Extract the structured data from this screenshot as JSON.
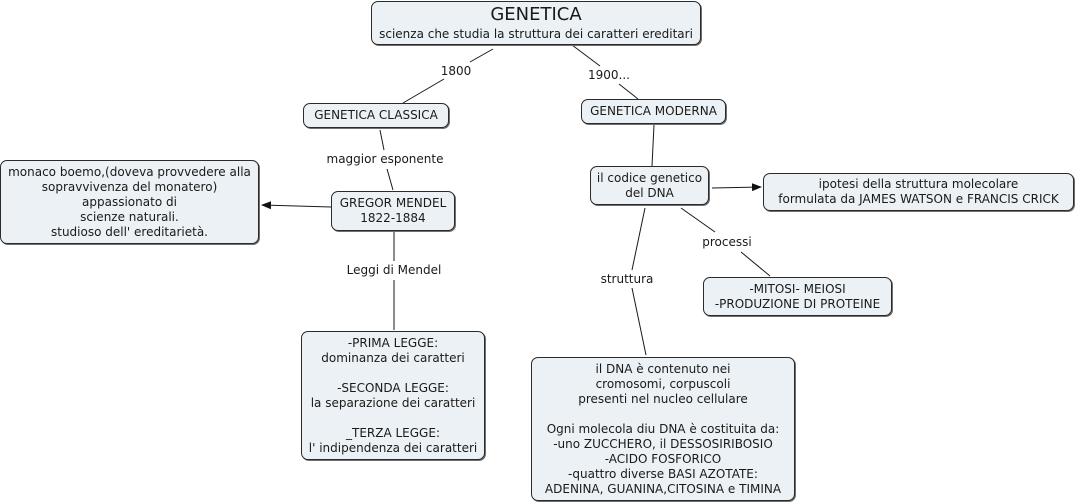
{
  "concept_map": {
    "root": {
      "title": "GENETICA",
      "subtitle": "scienza che studia la struttura dei caratteri ereditari"
    },
    "nodes": {
      "genetica_classica": "GENETICA CLASSICA",
      "genetica_moderna": "GENETICA MODERNA",
      "gregor_mendel": "GREGOR MENDEL\n1822-1884",
      "mendel_info": "monaco boemo,(doveva provvedere alla\nsopravvivenza del monatero)\nappassionato di\nscienze naturali.\nstudioso dell' ereditarietà.",
      "leggi": "-PRIMA LEGGE:\ndominanza dei caratteri\n\n-SECONDA LEGGE:\nla separazione dei caratteri\n\n_TERZA LEGGE:\nl' indipendenza dei caratteri",
      "codice_genetico": "il codice genetico\ndel DNA",
      "watson_crick": "ipotesi della struttura molecolare\nformulata da JAMES WATSON e FRANCIS CRICK",
      "processi_node": "-MITOSI- MEIOSI\n-PRODUZIONE DI PROTEINE",
      "dna_struttura": "il DNA è contenuto nei\ncromosomi, corpuscoli\npresenti nel nucleo cellulare\n\nOgni molecola diu DNA è costituita da:\n-uno ZUCCHERO, il DESSOSIRIBOSIO\n-ACIDO FOSFORICO\n-quattro diverse BASI AZOTATE:\nADENINA, GUANINA,CITOSINA e TIMINA"
    },
    "link_labels": {
      "l1800": "1800",
      "l1900": "1900...",
      "maggior_esponente": "maggior esponente",
      "leggi_di_mendel": "Leggi di Mendel",
      "processi": "processi",
      "struttura": "struttura"
    },
    "colors": {
      "node_fill": "#ebf1f4",
      "node_border": "#2b2b2b",
      "line": "#1a1a1a"
    }
  }
}
